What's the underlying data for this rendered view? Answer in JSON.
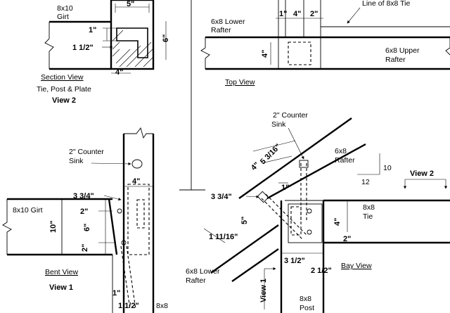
{
  "section_view": {
    "girt_label_line1": "8x10",
    "girt_label_line2": "Girt",
    "dim_top": "5\"",
    "dim_1in": "1\"",
    "dim_1_1_2": "1 1/2\"",
    "dim_6": "6\"",
    "dim_4": "4\"",
    "title": "Section View",
    "subtitle": "Tie, Post & Plate",
    "view_label": "View 2"
  },
  "top_view": {
    "lower_rafter_line1": "6x8 Lower",
    "lower_rafter_line2": "Rafter",
    "dim_1": "1\"",
    "dim_4": "4\"",
    "dim_2": "2\"",
    "tie_line_label": "Line of 8x8 Tie",
    "upper_rafter_line1": "6x8 Upper",
    "upper_rafter_line2": "Rafter",
    "dim_4_vertical": "4\"",
    "title": "Top View"
  },
  "bent_view": {
    "counter_sink_line1": "2\" Counter",
    "counter_sink_line2": "Sink",
    "dim_4": "4\"",
    "dim_3_3_4": "3 3/4\"",
    "girt_label": "8x10 Girt",
    "dim_10": "10\"",
    "dim_2_top": "2\"",
    "dim_6": "6\"",
    "dim_2_bottom": "2\"",
    "title": "Bent View",
    "view_label": "View 1",
    "dim_1": "1\"",
    "dim_1_1_2": "1 1/2\"",
    "post_label": "8x8"
  },
  "bay_view": {
    "counter_sink_line1": "2\" Counter",
    "counter_sink_line2": "Sink",
    "dim_4": "4\"",
    "dim_5_3_16": "5 3/16\"",
    "rafter_line1": "6x8",
    "rafter_line2": "Rafter",
    "pitch_rise": "10",
    "pitch_run": "12",
    "view2_label": "View 2",
    "dim_3_3_4": "3 3/4\"",
    "dim_1": "1\"",
    "dim_5": "5\"",
    "dim_1_11_16": "1 11/16\"",
    "tie_line1": "8x8",
    "tie_line2": "Tie",
    "dim_4_right": "4\"",
    "dim_2_right": "2\"",
    "dim_3_1_2": "3 1/2\"",
    "dim_2_1_2": "2 1/2\"",
    "title": "Bay View",
    "lower_rafter_line1": "6x8 Lower",
    "lower_rafter_line2": "Rafter",
    "view1_label": "View 1",
    "post_line1": "8x8",
    "post_line2": "Post"
  }
}
